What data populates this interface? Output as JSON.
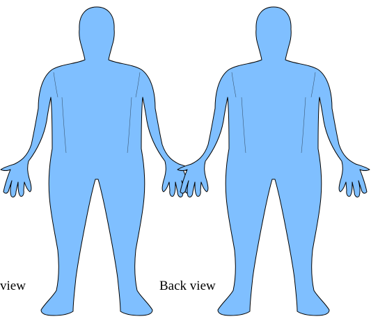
{
  "labels": {
    "front": "view",
    "back": "Back view"
  },
  "figures": [
    {
      "name": "front-figure",
      "view": "front"
    },
    {
      "name": "back-figure",
      "view": "back"
    }
  ],
  "style": {
    "body_fill": "#7fbfff",
    "outline": "#000000"
  }
}
